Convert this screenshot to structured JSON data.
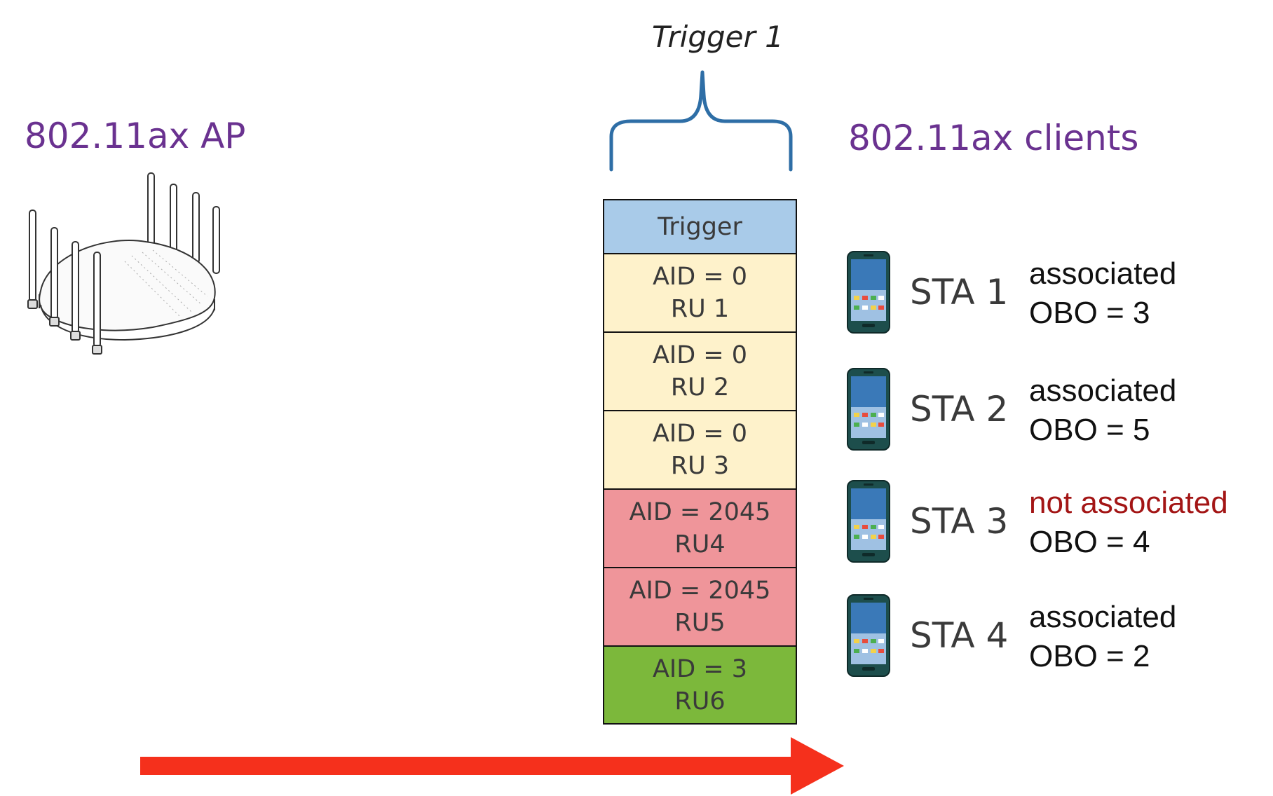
{
  "ap": {
    "title": "802.11ax AP"
  },
  "clients": {
    "title": "802.11ax clients"
  },
  "trigger_frame": {
    "caption": "Trigger 1",
    "header": "Trigger",
    "rows": [
      {
        "aid": "AID = 0",
        "ru": "RU 1",
        "kind": "yellow"
      },
      {
        "aid": "AID = 0",
        "ru": "RU 2",
        "kind": "yellow"
      },
      {
        "aid": "AID = 0",
        "ru": "RU 3",
        "kind": "yellow"
      },
      {
        "aid": "AID = 2045",
        "ru": "RU4",
        "kind": "red"
      },
      {
        "aid": "AID = 2045",
        "ru": "RU5",
        "kind": "red"
      },
      {
        "aid": "AID = 3",
        "ru": "RU6",
        "kind": "green"
      }
    ]
  },
  "stations": [
    {
      "name": "STA 1",
      "status": "associated",
      "obo": "OBO = 3",
      "associated": true
    },
    {
      "name": "STA 2",
      "status": "associated",
      "obo": "OBO = 5",
      "associated": true
    },
    {
      "name": "STA 3",
      "status": "not associated",
      "obo": "OBO = 4",
      "associated": false
    },
    {
      "name": "STA 4",
      "status": "associated",
      "obo": "OBO = 2",
      "associated": true
    }
  ],
  "colors": {
    "title": "#6a3290",
    "trigger": "#a9cbe9",
    "yellow": "#fef2cb",
    "red": "#ef959a",
    "green": "#7cb83b",
    "arrow": "#f5301c",
    "brace": "#2e6ea6",
    "not_associated": "#a31515"
  },
  "icons": {
    "ap": "access-point-icon",
    "phone": "smartphone-icon",
    "arrow": "arrow-right-icon",
    "brace": "curly-brace-icon"
  }
}
